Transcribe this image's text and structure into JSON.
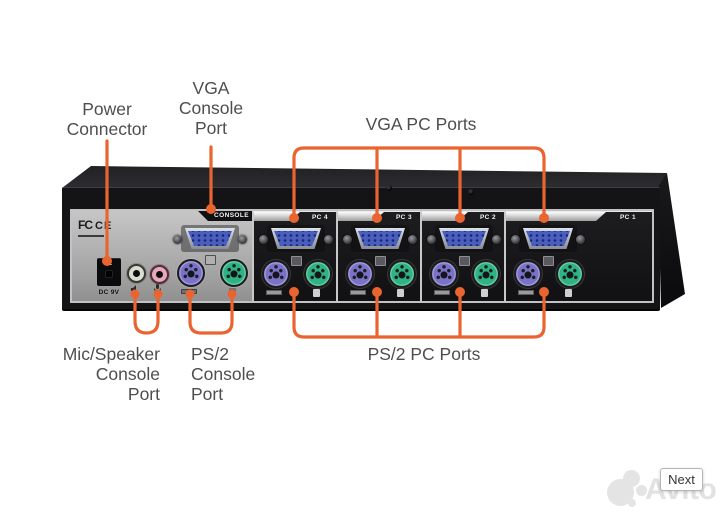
{
  "callouts": {
    "power": {
      "lines": [
        "Power",
        "Connector"
      ]
    },
    "vga_console": {
      "lines": [
        "VGA",
        "Console",
        "Port"
      ]
    },
    "vga_pc": {
      "label": "VGA PC Ports"
    },
    "mic_speaker": {
      "lines": [
        "Mic/Speaker",
        "Console",
        "Port"
      ]
    },
    "ps2_console": {
      "lines": [
        "PS/2",
        "Console",
        "Port"
      ]
    },
    "ps2_pc": {
      "label": "PS/2 PC Ports"
    }
  },
  "device": {
    "console_banner": "CONSOLE",
    "fcc_mark": "FC",
    "ce_mark": "CE",
    "power_label": "DC 9V",
    "pc_sections": [
      {
        "label": "PC 4"
      },
      {
        "label": "PC 3"
      },
      {
        "label": "PC 2"
      },
      {
        "label": "PC 1"
      }
    ]
  },
  "overlay": {
    "next_label": "Next",
    "watermark_text": "Avito"
  },
  "colors": {
    "callout_orange": "#EA6430",
    "label_gray": "#4E4E4E",
    "vga_blue": "#4A5EC0",
    "ps2_purple": "#7A72C8",
    "ps2_green": "#2EB383",
    "mic_pink": "#E9A9BD",
    "panel_gray": "#B5B5B5",
    "device_black": "#141416"
  }
}
